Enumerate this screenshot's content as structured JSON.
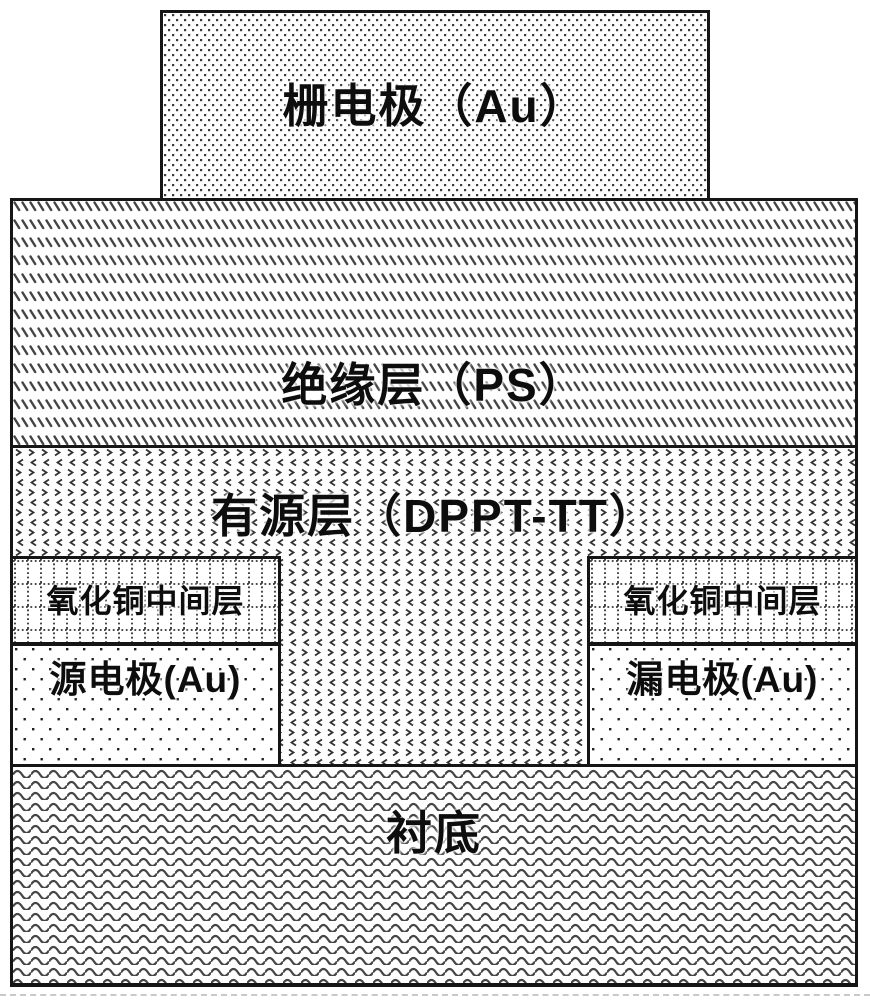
{
  "diagram": {
    "kind": "transistor-device-cross-section",
    "colors": {
      "ink": "#111111",
      "pattern_gray": "#3f3f3f",
      "background": "#ffffff"
    },
    "layers": {
      "gate_electrode": {
        "label": "栅电极（Au）"
      },
      "insulating_layer": {
        "label": "绝缘层（PS）"
      },
      "active_layer": {
        "label": "有源层（DPPT-TT）"
      },
      "interlayer_left": {
        "label": "氧化铜中间层"
      },
      "interlayer_right": {
        "label": "氧化铜中间层"
      },
      "source_electrode": {
        "label": "源电极(Au)"
      },
      "drain_electrode": {
        "label": "漏电极(Au)"
      },
      "substrate": {
        "label": "衬底"
      }
    }
  }
}
